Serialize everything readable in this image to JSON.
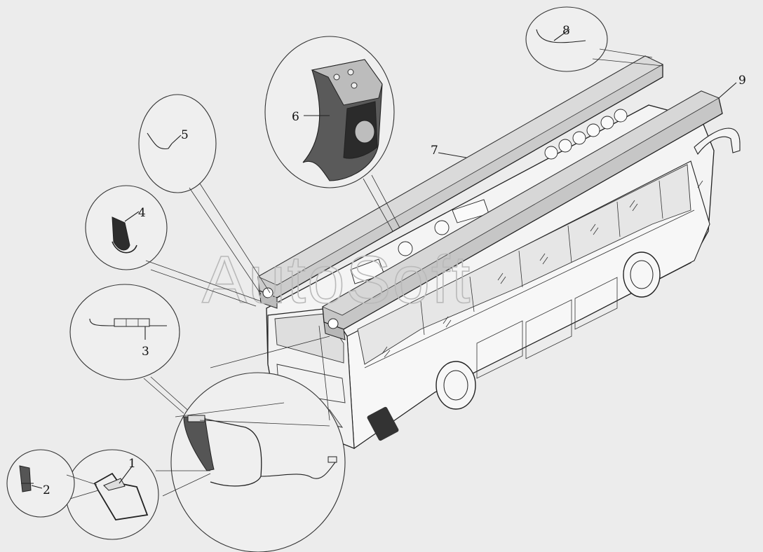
{
  "watermark": "AutoSoft",
  "callouts": [
    {
      "id": "callout-1",
      "label": "1"
    },
    {
      "id": "callout-2",
      "label": "2"
    },
    {
      "id": "callout-3",
      "label": "3"
    },
    {
      "id": "callout-4",
      "label": "4"
    },
    {
      "id": "callout-5",
      "label": "5"
    },
    {
      "id": "callout-6",
      "label": "6"
    },
    {
      "id": "callout-7",
      "label": "7"
    },
    {
      "id": "callout-8",
      "label": "8"
    },
    {
      "id": "callout-9",
      "label": "9"
    }
  ],
  "colors": {
    "background": "#ececec",
    "line": "#222222",
    "rail_fill": "#c9c9c9",
    "bus_body": "#f4f4f4",
    "watermark": "#b9b9b9"
  }
}
